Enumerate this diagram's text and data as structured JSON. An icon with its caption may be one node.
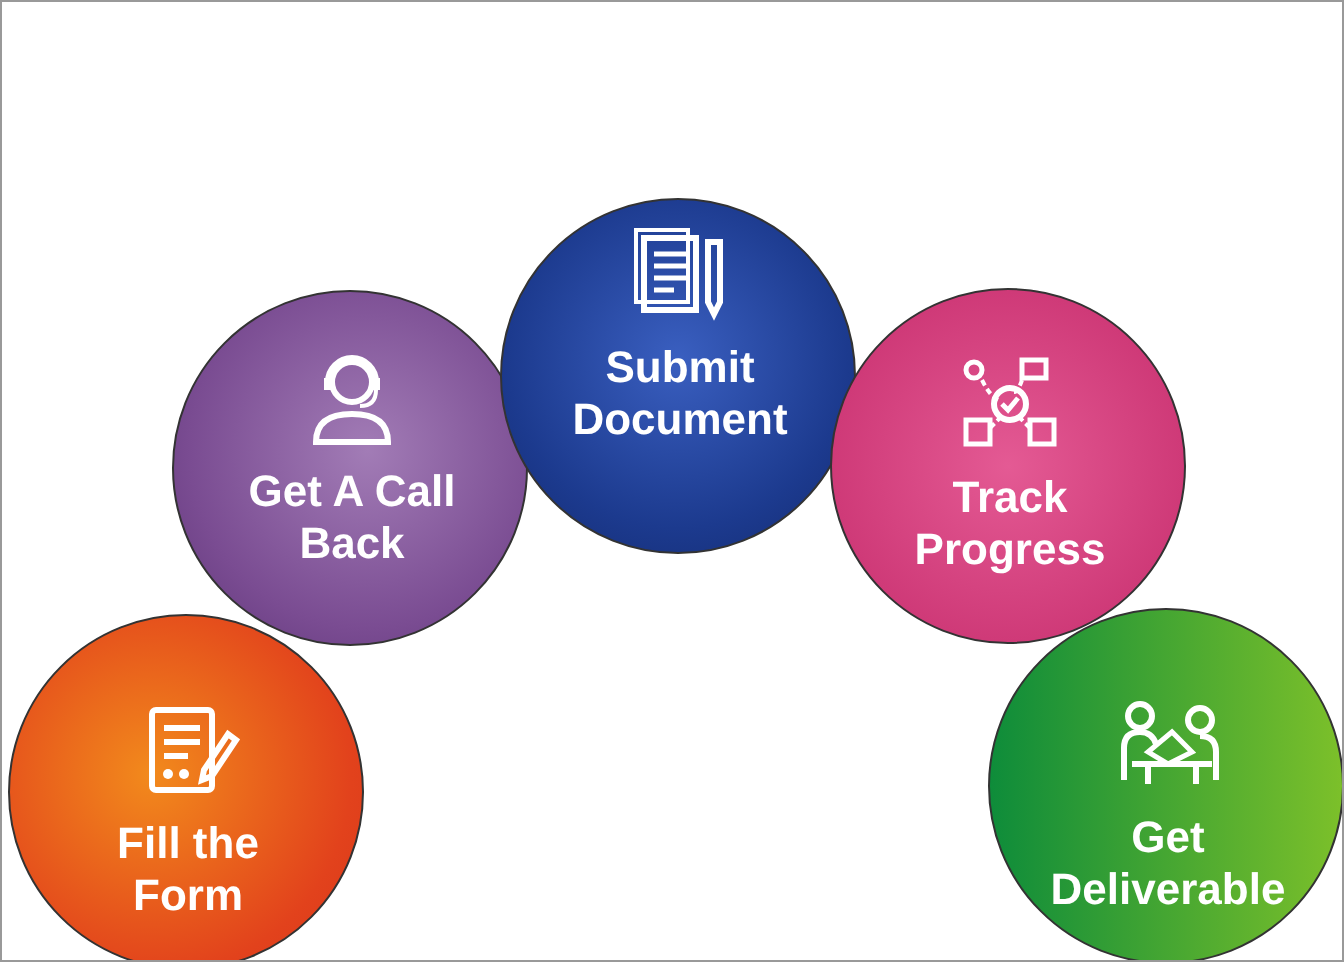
{
  "diagram": {
    "nodes": [
      {
        "text": [
          "Fill the Form"
        ]
      },
      {
        "text": [
          "Get A Call Back"
        ]
      },
      {
        "text": [
          "Submit Document"
        ]
      },
      {
        "text": [
          "Track Progress"
        ]
      },
      {
        "text": [
          "Get Deliverable"
        ]
      }
    ]
  }
}
